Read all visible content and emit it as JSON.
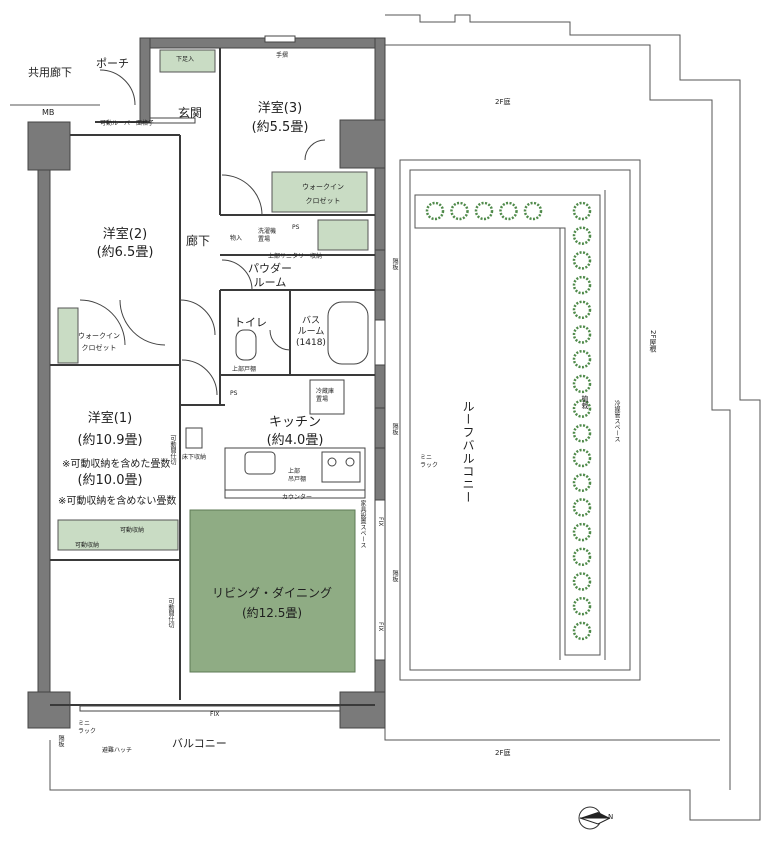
{
  "labels": {
    "shared_corridor": "共用廊下",
    "porch": "ポーチ",
    "mb": "MB",
    "shoe_box": "下足入",
    "movable_louver": "可動ルーバー面格子",
    "entrance": "玄関",
    "handrail": "手摺",
    "room3_name": "洋室(3)",
    "room3_size": "(約5.5畳)",
    "walkin_closet_label": "ウォークイン\nクロゼット",
    "room2_name": "洋室(2)",
    "room2_size": "(約6.5畳)",
    "hallway": "廊下",
    "storage": "物入",
    "washer_space": "洗濯機\n置場",
    "ps": "PS",
    "upper_storage": "上部戸棚",
    "upper_shelf_storage": "上部戸棚\n収納",
    "upper_sanitary_storage": "上部サニタリー収納",
    "powder_room": "パウダー\nルーム",
    "toilet": "トイレ",
    "bathroom": "バス\nルーム\n(1418)",
    "upper_cabinet": "上部吊戸棚",
    "room1_name": "洋室(1)",
    "room1_size": "(約10.9畳)",
    "room1_note1": "※可動収納を含めた畳数",
    "room1_size2": "(約10.0畳)",
    "room1_note2": "※可動収納を含めない畳数",
    "fridge_space": "冷蔵庫\n置場",
    "floor_storage": "床下収納",
    "kitchen_name": "キッチン",
    "kitchen_size": "(約4.0畳)",
    "upper_cupboard": "上部\n吊戸棚",
    "counter": "カウンター",
    "movable_partition": "可動間仕切",
    "movable_storage": "可動収納",
    "living_name": "リビング・ダイニング",
    "living_size": "(約12.5畳)",
    "furniture_space": "家具設置スペース",
    "fix": "FIX",
    "mini_rack": "ミニ\nラック",
    "balcony": "バルコニー",
    "hatch": "避難ハッチ",
    "partition_panel": "隔板",
    "roof_balcony": "ルーフバルコニー",
    "planting": "植栽",
    "niwa_2f": "2F庭",
    "roof_2f": "2F屋根",
    "cooler_base": "冷媒管スペース",
    "north": "N"
  },
  "colors": {
    "wall": "#6e6e6e",
    "line": "#3c3c3c",
    "living_fill": "#8fac84",
    "closet_fill": "#c9dcc4",
    "tree": "#4f8a4a"
  }
}
